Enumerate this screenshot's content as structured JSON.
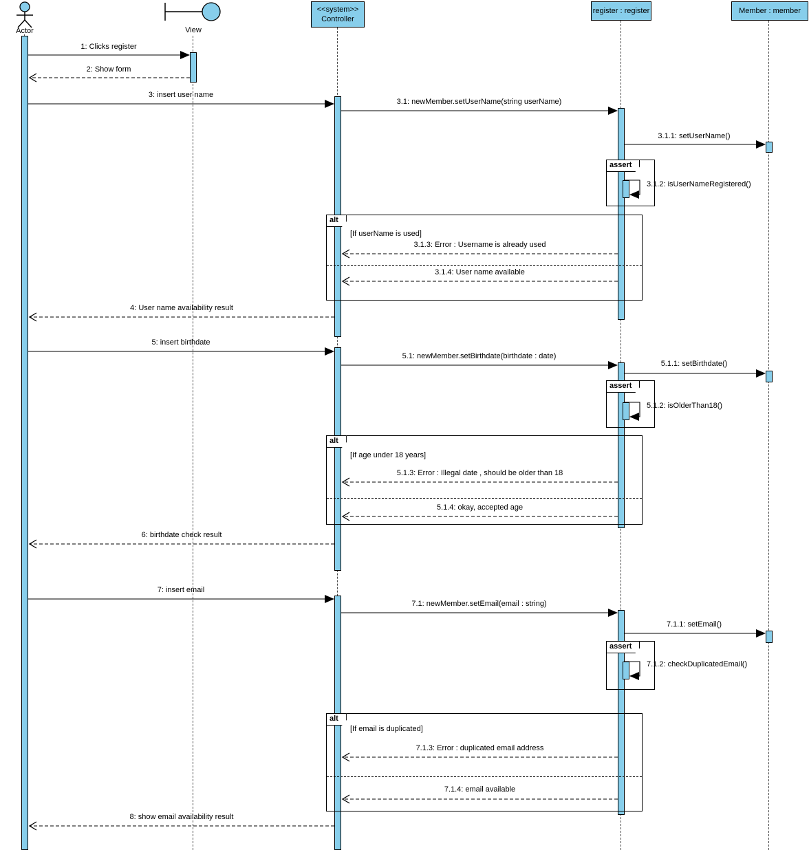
{
  "colors": {
    "element_fill": "#87CEEB",
    "stroke": "#000000",
    "background": "#FFFFFF"
  },
  "lifelines": {
    "actor": "Actor",
    "view": "View",
    "controller_stereotype": "<<system>>",
    "controller_name": "Controller",
    "register": "register : register",
    "member": "Member : member"
  },
  "fragments": {
    "assert": "assert",
    "alt": "alt",
    "guard_username": "[If userName is used]",
    "guard_age": "[If age under 18 years]",
    "guard_email": "[If email is duplicated]"
  },
  "messages": {
    "m1": "1: Clicks register",
    "m2": "2: Show form",
    "m3": "3: insert user name",
    "m3_1": "3.1: newMember.setUserName(string userName)",
    "m3_1_1": "3.1.1: setUserName()",
    "m3_1_2": "3.1.2: isUserNameRegistered()",
    "m3_1_3": "3.1.3: Error : Username is already used",
    "m3_1_4": "3.1.4: User name available",
    "m4": "4: User name availability result",
    "m5": "5: insert birthdate",
    "m5_1": "5.1: newMember.setBirthdate(birthdate : date)",
    "m5_1_1": "5.1.1: setBirthdate()",
    "m5_1_2": "5.1.2: isOlderThan18()",
    "m5_1_3": "5.1.3: Error : Illegal date , should be older than 18",
    "m5_1_4": "5.1.4: okay, accepted age",
    "m6": "6: birthdate check result",
    "m7": "7: insert email",
    "m7_1": "7.1: newMember.setEmail(email : string)",
    "m7_1_1": "7.1.1: setEmail()",
    "m7_1_2": "7.1.2: checkDuplicatedEmail()",
    "m7_1_3": "7.1.3: Error : duplicated email address",
    "m7_1_4": "7.1.4: email available",
    "m8": "8: show email availability result"
  }
}
